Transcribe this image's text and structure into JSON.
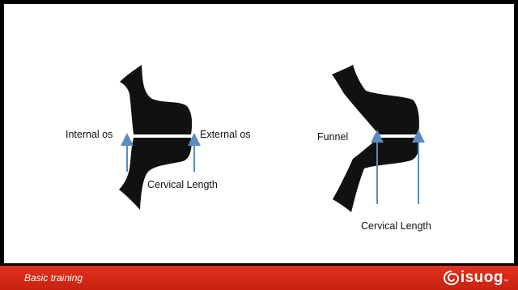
{
  "diagram": {
    "left": {
      "internal_os": "Internal os",
      "external_os": "External os",
      "cervical_length": "Cervical Length"
    },
    "right": {
      "funnel": "Funnel",
      "cervical_length": "Cervical Length"
    }
  },
  "footer": {
    "text": "Basic training",
    "logo": "isuog",
    "logo_suffix": "™"
  },
  "colors": {
    "frame": "#000000",
    "footer_red": "#d22a16",
    "arrow_blue": "#5b8bbf",
    "shape_fill": "#111111"
  }
}
